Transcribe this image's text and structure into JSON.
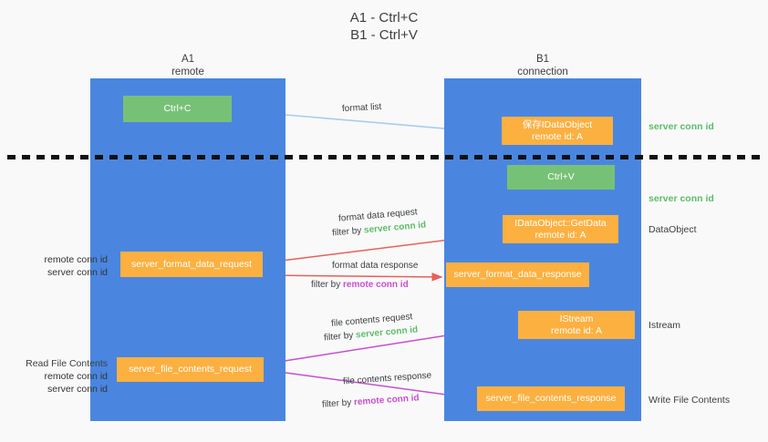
{
  "title": "A1 - Ctrl+C\nB1 - Ctrl+V",
  "columns": {
    "left": {
      "name": "A1",
      "role": "remote"
    },
    "right": {
      "name": "B1",
      "role": "connection"
    }
  },
  "colors": {
    "lane": "#4a86e0",
    "green_node": "#77c176",
    "orange_node": "#fbb040",
    "server_conn_id": "#5bbd68",
    "remote_conn_id": "#c64fd0",
    "arrow_format_list": "#a8cdf0",
    "arrow_format_data": "#e8605a",
    "arrow_file_contents": "#c64fd0",
    "arrow_internal": "#111111",
    "background": "#f9f9f9"
  },
  "nodes": {
    "ctrl_c": {
      "line1": "Ctrl+C",
      "line2": ""
    },
    "save_dataobj": {
      "line1": "保存IDataObject",
      "line2": "remote id: A"
    },
    "ctrl_v": {
      "line1": "Ctrl+V",
      "line2": ""
    },
    "getdata": {
      "line1": "IDataObject::GetData",
      "line2": "remote id: A"
    },
    "format_data_request": {
      "line1": "server_format_data_request",
      "line2": ""
    },
    "format_data_response": {
      "line1": "server_format_data_response",
      "line2": ""
    },
    "istream": {
      "line1": "IStream",
      "line2": "remote id: A"
    },
    "file_contents_request": {
      "line1": "server_file_contents_request",
      "line2": ""
    },
    "file_contents_response": {
      "line1": "server_file_contents_response",
      "line2": ""
    }
  },
  "side_annotations": {
    "server_conn_id_top": "server conn id",
    "server_conn_id_mid": "server conn id",
    "dataobject": "DataObject",
    "istream": "Istream",
    "write_file_contents": "Write File Contents",
    "read_file_contents": "Read File Contents",
    "remote_conn_id": "remote conn id",
    "server_conn_id": "server conn id"
  },
  "edge_labels": {
    "format_list": "format list",
    "format_data_request": "format data request",
    "format_data_request_filter_prefix": "filter by ",
    "format_data_request_filter_value": "server conn id",
    "format_data_response": "format data response",
    "format_data_response_filter_prefix": "filter by ",
    "format_data_response_filter_value": "remote conn id",
    "file_contents_request": "file contents request",
    "file_contents_request_filter_prefix": "filter by ",
    "file_contents_request_filter_value": "server conn id",
    "file_contents_response": "file contents response",
    "file_contents_response_filter_prefix": "filter by ",
    "file_contents_response_filter_value": "remote conn id"
  }
}
